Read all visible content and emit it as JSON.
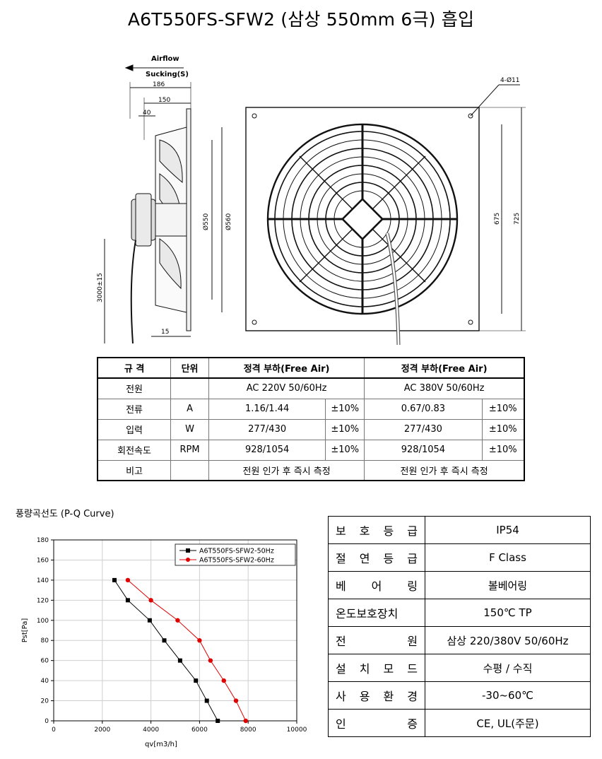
{
  "title": "A6T550FS-SFW2 (삼상 550mm 6극) 흡입",
  "drawing": {
    "airflow_label": "Airflow",
    "sucking_label": "Sucking(S)",
    "dims": {
      "d186": "186",
      "d150": "150",
      "d40": "40",
      "d15": "15",
      "cable": "3000±15",
      "dia550": "Ø550",
      "dia560": "Ø560",
      "d675": "675",
      "d725": "725",
      "holes": "4-Ø11"
    }
  },
  "spec_table": {
    "headers": [
      "규 격",
      "단위",
      "정격 부하(Free Air)",
      "정격 부하(Free Air)"
    ],
    "power": {
      "label": "전원",
      "unit": "",
      "v1": "AC 220V 50/60Hz",
      "v2": "AC 380V 50/60Hz"
    },
    "rows": [
      {
        "label": "전류",
        "unit": "A",
        "v1": "1.16/1.44",
        "t1": "±10%",
        "v2": "0.67/0.83",
        "t2": "±10%"
      },
      {
        "label": "입력",
        "unit": "W",
        "v1": "277/430",
        "t1": "±10%",
        "v2": "277/430",
        "t2": "±10%"
      },
      {
        "label": "회전속도",
        "unit": "RPM",
        "v1": "928/1054",
        "t1": "±10%",
        "v2": "928/1054",
        "t2": "±10%"
      }
    ],
    "note": {
      "label": "비고",
      "unit": "",
      "v1": "전원 인가 후 즉시 측정",
      "v2": "전원 인가 후 즉시 측정"
    }
  },
  "curve_caption": "풍량곡선도 (P-Q Curve)",
  "chart_data": {
    "type": "line",
    "xlabel": "qv[m3/h]",
    "ylabel": "Pst[Pa]",
    "xlim": [
      0,
      10000
    ],
    "ylim": [
      0,
      180
    ],
    "xticks": [
      0,
      2000,
      4000,
      6000,
      8000,
      10000
    ],
    "yticks": [
      0,
      20,
      40,
      60,
      80,
      100,
      120,
      140,
      160,
      180
    ],
    "grid": true,
    "legend": "top-right",
    "series": [
      {
        "name": "A6T550FS-SFW2-50Hz",
        "color": "#000000",
        "marker": "square",
        "x": [
          2500,
          3050,
          3950,
          4550,
          5200,
          5850,
          6300,
          6750
        ],
        "y": [
          140,
          120,
          100,
          80,
          60,
          40,
          20,
          0
        ]
      },
      {
        "name": "A6T550FS-SFW2-60Hz",
        "color": "#e00000",
        "marker": "circle",
        "x": [
          3050,
          4000,
          5100,
          6000,
          6450,
          7000,
          7500,
          7900
        ],
        "y": [
          140,
          120,
          100,
          80,
          60,
          40,
          20,
          0
        ]
      }
    ]
  },
  "features": [
    {
      "key": [
        "보",
        "호",
        "등",
        "급"
      ],
      "value": "IP54"
    },
    {
      "key": [
        "절",
        "연",
        "등",
        "급"
      ],
      "value": "F Class"
    },
    {
      "key": [
        "베",
        "어",
        "링"
      ],
      "value": "볼베어링"
    },
    {
      "key": [
        "온도보호장치"
      ],
      "value": "150℃ TP"
    },
    {
      "key": [
        "전",
        "원"
      ],
      "value": "삼상 220/380V 50/60Hz"
    },
    {
      "key": [
        "설",
        "치",
        "모",
        "드"
      ],
      "value": "수평 / 수직"
    },
    {
      "key": [
        "사",
        "용",
        "환",
        "경"
      ],
      "value": "-30~60℃"
    },
    {
      "key": [
        "인",
        "증"
      ],
      "value": "CE, UL(주문)"
    }
  ]
}
